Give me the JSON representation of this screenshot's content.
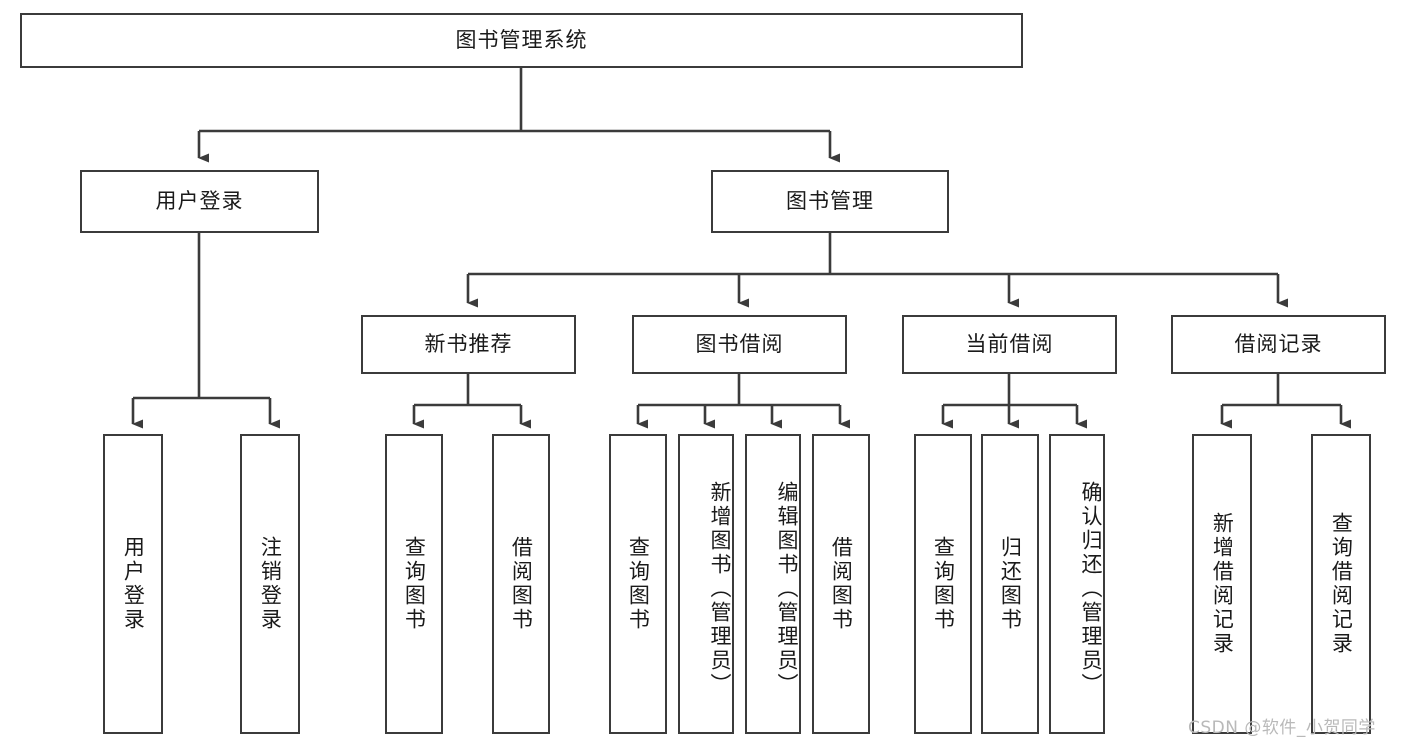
{
  "diagram": {
    "title": "图书管理系统",
    "type": "functional-structure-tree",
    "orientation": "top-down",
    "colors": {
      "background": "#ffffff",
      "box_border": "#3b3b3b",
      "box_fill": "#ffffff",
      "connector": "#3b3b3b",
      "text": "#1a1a1a",
      "watermark": "#b9b9b9"
    },
    "root": {
      "label": "图书管理系统"
    },
    "level2": [
      {
        "label": "用户登录"
      },
      {
        "label": "图书管理"
      }
    ],
    "level3": [
      {
        "label": "新书推荐"
      },
      {
        "label": "图书借阅"
      },
      {
        "label": "当前借阅"
      },
      {
        "label": "借阅记录"
      }
    ],
    "leaves": {
      "user_login": [
        {
          "label": "用户登录"
        },
        {
          "label": "注销登录"
        }
      ],
      "new_book_recommend": [
        {
          "label": "查询图书"
        },
        {
          "label": "借阅图书"
        }
      ],
      "book_borrow": [
        {
          "label": "查询图书"
        },
        {
          "label": "新增图书（管理员）"
        },
        {
          "label": "编辑图书（管理员）"
        },
        {
          "label": "借阅图书"
        }
      ],
      "current_borrow": [
        {
          "label": "查询图书"
        },
        {
          "label": "归还图书"
        },
        {
          "label": "确认归还（管理员）"
        }
      ],
      "borrow_record": [
        {
          "label": "新增借阅记录"
        },
        {
          "label": "查询借阅记录"
        }
      ]
    }
  },
  "watermark": {
    "text": "CSDN @软件_小贺同学"
  }
}
